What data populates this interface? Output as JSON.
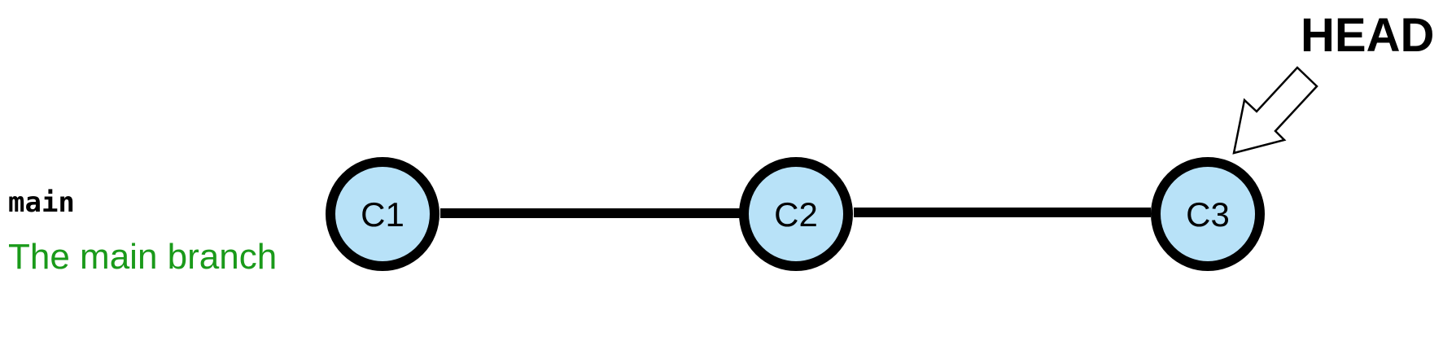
{
  "branch": {
    "name": "main",
    "description": "The main branch"
  },
  "head": {
    "label": "HEAD",
    "points_to": "C3"
  },
  "commits": [
    {
      "id": "C1"
    },
    {
      "id": "C2"
    },
    {
      "id": "C3"
    }
  ],
  "colors": {
    "node_fill": "#b8e2f8",
    "node_stroke": "#000000",
    "branch_description": "#1a9a1a",
    "edge": "#000000"
  }
}
